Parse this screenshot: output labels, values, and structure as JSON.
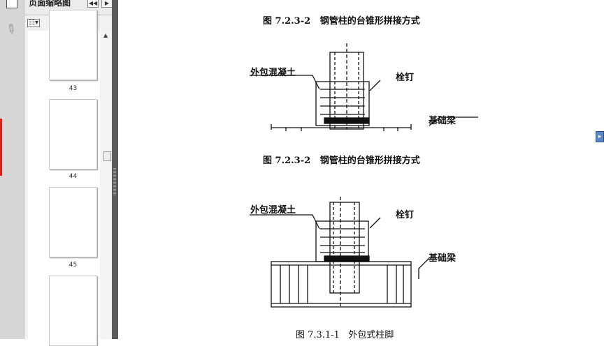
{
  "sidebar": {
    "title": "页面缩略图",
    "nav_prev": "◀◀",
    "nav_next": "▶",
    "thumbnails": [
      {
        "label": "43"
      },
      {
        "label": "44"
      },
      {
        "label": "45"
      },
      {
        "label": ""
      }
    ]
  },
  "document": {
    "figure1": {
      "caption": "图 7.2.3-2   钢管柱的台锥形拼接方式",
      "labels": {
        "concrete": "外包混凝土",
        "stud": "栓钉",
        "beam": "基础梁"
      }
    },
    "figure2": {
      "caption": "图 7.2.3-2   钢管柱的台锥形拼接方式",
      "labels": {
        "concrete": "外包混凝土",
        "stud": "栓钉",
        "beam": "基础梁"
      }
    },
    "figure3": {
      "caption": "图 7.3.1-1   外包式柱脚"
    },
    "figure1_top_caption": "图 7.2.3-2   钢管柱的台锥形拼接方式"
  },
  "colors": {
    "active_marker": "#e0201a",
    "splitter": "#5a5a5a"
  }
}
